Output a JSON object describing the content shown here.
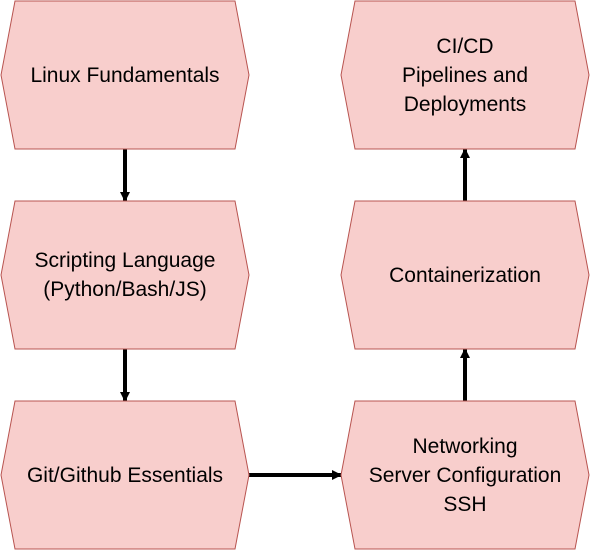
{
  "colors": {
    "node_fill": "#f8cecc",
    "node_stroke": "#b85450",
    "arrow": "#000000",
    "text": "#000000"
  },
  "nodes": [
    {
      "id": "linux",
      "label": "Linux Fundamentals"
    },
    {
      "id": "scripting",
      "label": "Scripting Language\n(Python/Bash/JS)"
    },
    {
      "id": "git",
      "label": "Git/Github Essentials"
    },
    {
      "id": "networking",
      "label": "Networking\nServer Configuration\nSSH"
    },
    {
      "id": "containerization",
      "label": "Containerization"
    },
    {
      "id": "cicd",
      "label": "CI/CD\nPipelines and\nDeployments"
    }
  ],
  "edges": [
    {
      "from": "linux",
      "to": "scripting"
    },
    {
      "from": "scripting",
      "to": "git"
    },
    {
      "from": "git",
      "to": "networking"
    },
    {
      "from": "networking",
      "to": "containerization"
    },
    {
      "from": "containerization",
      "to": "cicd"
    }
  ]
}
